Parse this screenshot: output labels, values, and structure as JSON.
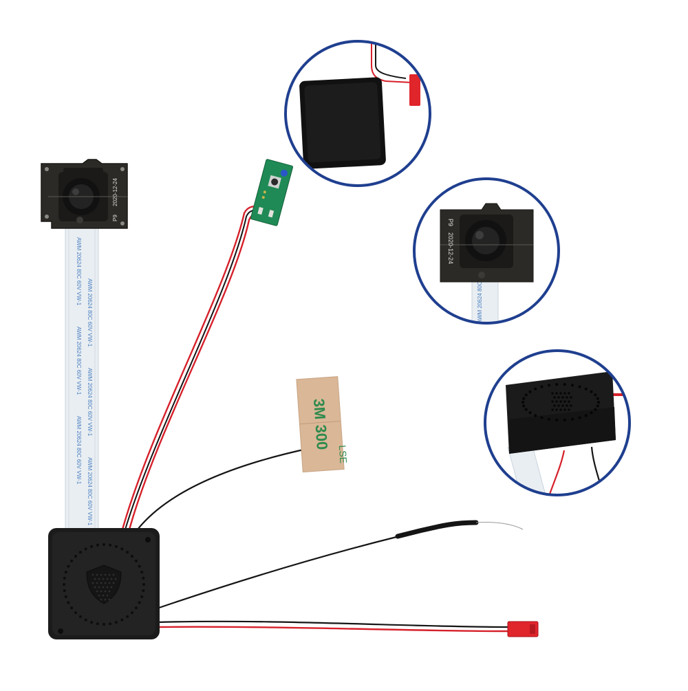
{
  "camera_board": {
    "date_print": "2020-12-24",
    "model_print": "P9"
  },
  "ribbon_cable": {
    "print_line_a": "AWM 20624 80C 60V VW-1"
  },
  "tape": {
    "brand": "3M",
    "code": "300",
    "suffix": "LSE"
  },
  "colors": {
    "ring": "#1f3f8f",
    "pcb": "#2c2a26",
    "green_pcb": "#1f8a55",
    "wire_red": "#d6202a",
    "wire_black": "#151515",
    "box": "#1b1b1b",
    "ribbon": "#e9eef2",
    "ribbon_text": "#4a7fc0",
    "tape": "#d9b797",
    "tape_text": "#2f8a4d",
    "connector": "#e0252b"
  },
  "icons": [
    "shield-vent-icon",
    "dot-pattern-icon"
  ]
}
